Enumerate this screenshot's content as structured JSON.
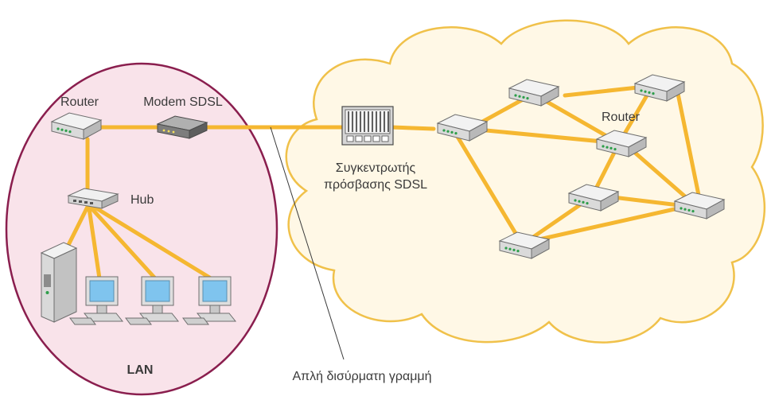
{
  "labels": {
    "router_lan": "Router",
    "modem": "Modem SDSL",
    "hub": "Hub",
    "lan": "LAN",
    "dslam_line1": "Συγκεντρωτής",
    "dslam_line2": "πρόσβασης SDSL",
    "router_cloud": "Router",
    "twisted_pair": "Απλή δισύρματη γραμμή"
  },
  "colors": {
    "link": "#f5b731",
    "lan_fill": "#f9e3ea",
    "lan_border": "#8a1e4e",
    "cloud_fill": "#fff8e6",
    "cloud_border": "#f0c14a",
    "device": "#e3e3e3",
    "device_dark": "#8c8c8c",
    "led": "#2e9e4a",
    "screen": "#7fc4ee"
  },
  "icons": [
    "router-icon",
    "modem-icon",
    "hub-icon",
    "server-icon",
    "pc-icon",
    "dslam-icon"
  ]
}
